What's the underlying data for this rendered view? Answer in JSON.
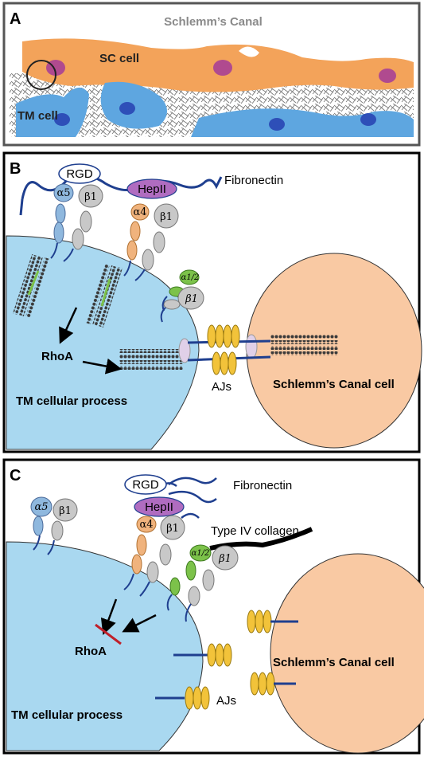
{
  "panel_a": {
    "letter": "A",
    "title": "Schlemm’s Canal",
    "sc_cell": "SC cell",
    "tm_cell": "TM cell"
  },
  "panel_b": {
    "letter": "B",
    "rgd": "RGD",
    "alpha5": "α5",
    "beta1": "β1",
    "hepii": "HepII",
    "alpha4": "α4",
    "beta1_b": "β1",
    "alpha12": "α1/2",
    "beta1_c": "β1",
    "fibronectin": "Fibronectin",
    "rhoa": "RhoA",
    "ajs": "AJs",
    "tm_process": "TM cellular process",
    "sc_cell": "Schlemm’s Canal cell"
  },
  "panel_c": {
    "letter": "C",
    "rgd": "RGD",
    "alpha5": "α5",
    "beta1": "β1",
    "hepii": "HepII",
    "alpha4": "α4",
    "beta1_b": "β1",
    "alpha12": "α1/2",
    "beta1_c": "β1",
    "fibronectin": "Fibronectin",
    "collagen": "Type IV collagen",
    "rhoa": "RhoA",
    "ajs": "AJs",
    "tm_process": "TM cellular process",
    "sc_cell": "Schlemm’s Canal cell"
  },
  "colors": {
    "sc_orange": "#f3a35a",
    "tm_blue": "#5ea6e0",
    "cell_blue": "#a9d8f0",
    "cell_peach": "#f9c9a3",
    "nucleus_pink": "#b04a8f",
    "nucleus_blue": "#2e4fb8",
    "integrin_blue": "#8fb8de",
    "integrin_orange": "#f0b37d",
    "integrin_gray": "#c8c8c8",
    "integrin_green": "#7cc24a",
    "hepii_purple": "#b06cc0",
    "aj_yellow": "#f2c33a",
    "strand_blue": "#1f3f8f"
  }
}
